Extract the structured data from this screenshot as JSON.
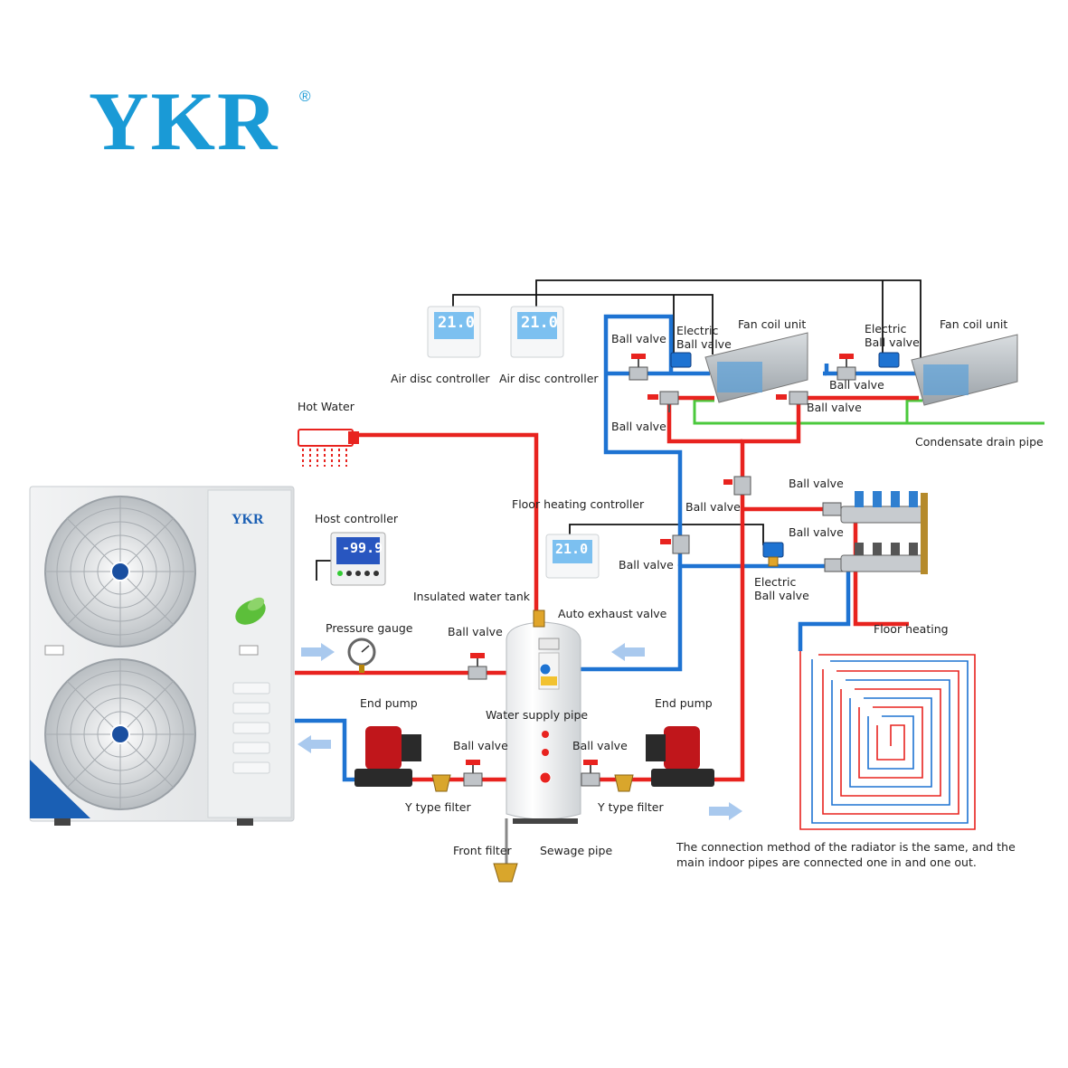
{
  "brand": {
    "logo": "YKR",
    "registered": "®",
    "unit_badge": "YKR",
    "color": "#1a9ad6"
  },
  "colors": {
    "hot_pipe": "#e8231f",
    "cold_pipe": "#1e73d2",
    "drain_pipe": "#4bc93c",
    "signal_wire": "#111111"
  },
  "labels": {
    "hot_water": "Hot Water",
    "host_controller": "Host controller",
    "air_disc_controller_1": "Air disc controller",
    "air_disc_controller_2": "Air disc controller",
    "ball_valve_top": "Ball valve",
    "electric_ball_valve_1": "Electric\nBall valve",
    "fan_coil_unit_1": "Fan coil unit",
    "electric_ball_valve_2": "Electric\nBall valve",
    "fan_coil_unit_2": "Fan coil unit",
    "ball_valve_fcu_out": "Ball valve",
    "ball_valve_left_low": "Ball valve",
    "ball_valve_fcu_mid": "Ball valve",
    "condensate_drain_pipe": "Condensate drain pipe",
    "floor_heating_controller": "Floor heating controller",
    "ball_valve_riser": "Ball valve",
    "ball_valve_manifold_top": "Ball valve",
    "ball_valve_manifold_bottom": "Ball valve",
    "ball_valve_return": "Ball valve",
    "electric_ball_valve_3": "Electric\nBall valve",
    "insulated_water_tank": "Insulated water tank",
    "auto_exhaust_valve": "Auto exhaust valve",
    "floor_heating": "Floor heating",
    "pressure_gauge": "Pressure gauge",
    "ball_valve_supply": "Ball valve",
    "end_pump_left": "End pump",
    "water_supply_pipe": "Water supply pipe",
    "end_pump_right": "End pump",
    "ball_valve_left_pump": "Ball valve",
    "ball_valve_right_pump": "Ball valve",
    "y_filter_left": "Y type filter",
    "y_filter_right": "Y type filter",
    "front_filter": "Front filter",
    "sewage_pipe": "Sewage pipe"
  },
  "displays": {
    "host": "-99.9",
    "thermostat_1": "21.0",
    "thermostat_2": "21.0",
    "thermostat_floor": "21.0"
  },
  "note": "The connection method of the radiator is the same, and the\nmain indoor pipes are connected one in and one out.",
  "icons": [
    "fan-icon",
    "leaf-icon",
    "shower-head-icon",
    "pressure-gauge-icon",
    "pump-icon",
    "valve-icon",
    "thermostat-icon",
    "manifold-icon",
    "floor-coil-icon",
    "flow-arrow-icon"
  ]
}
